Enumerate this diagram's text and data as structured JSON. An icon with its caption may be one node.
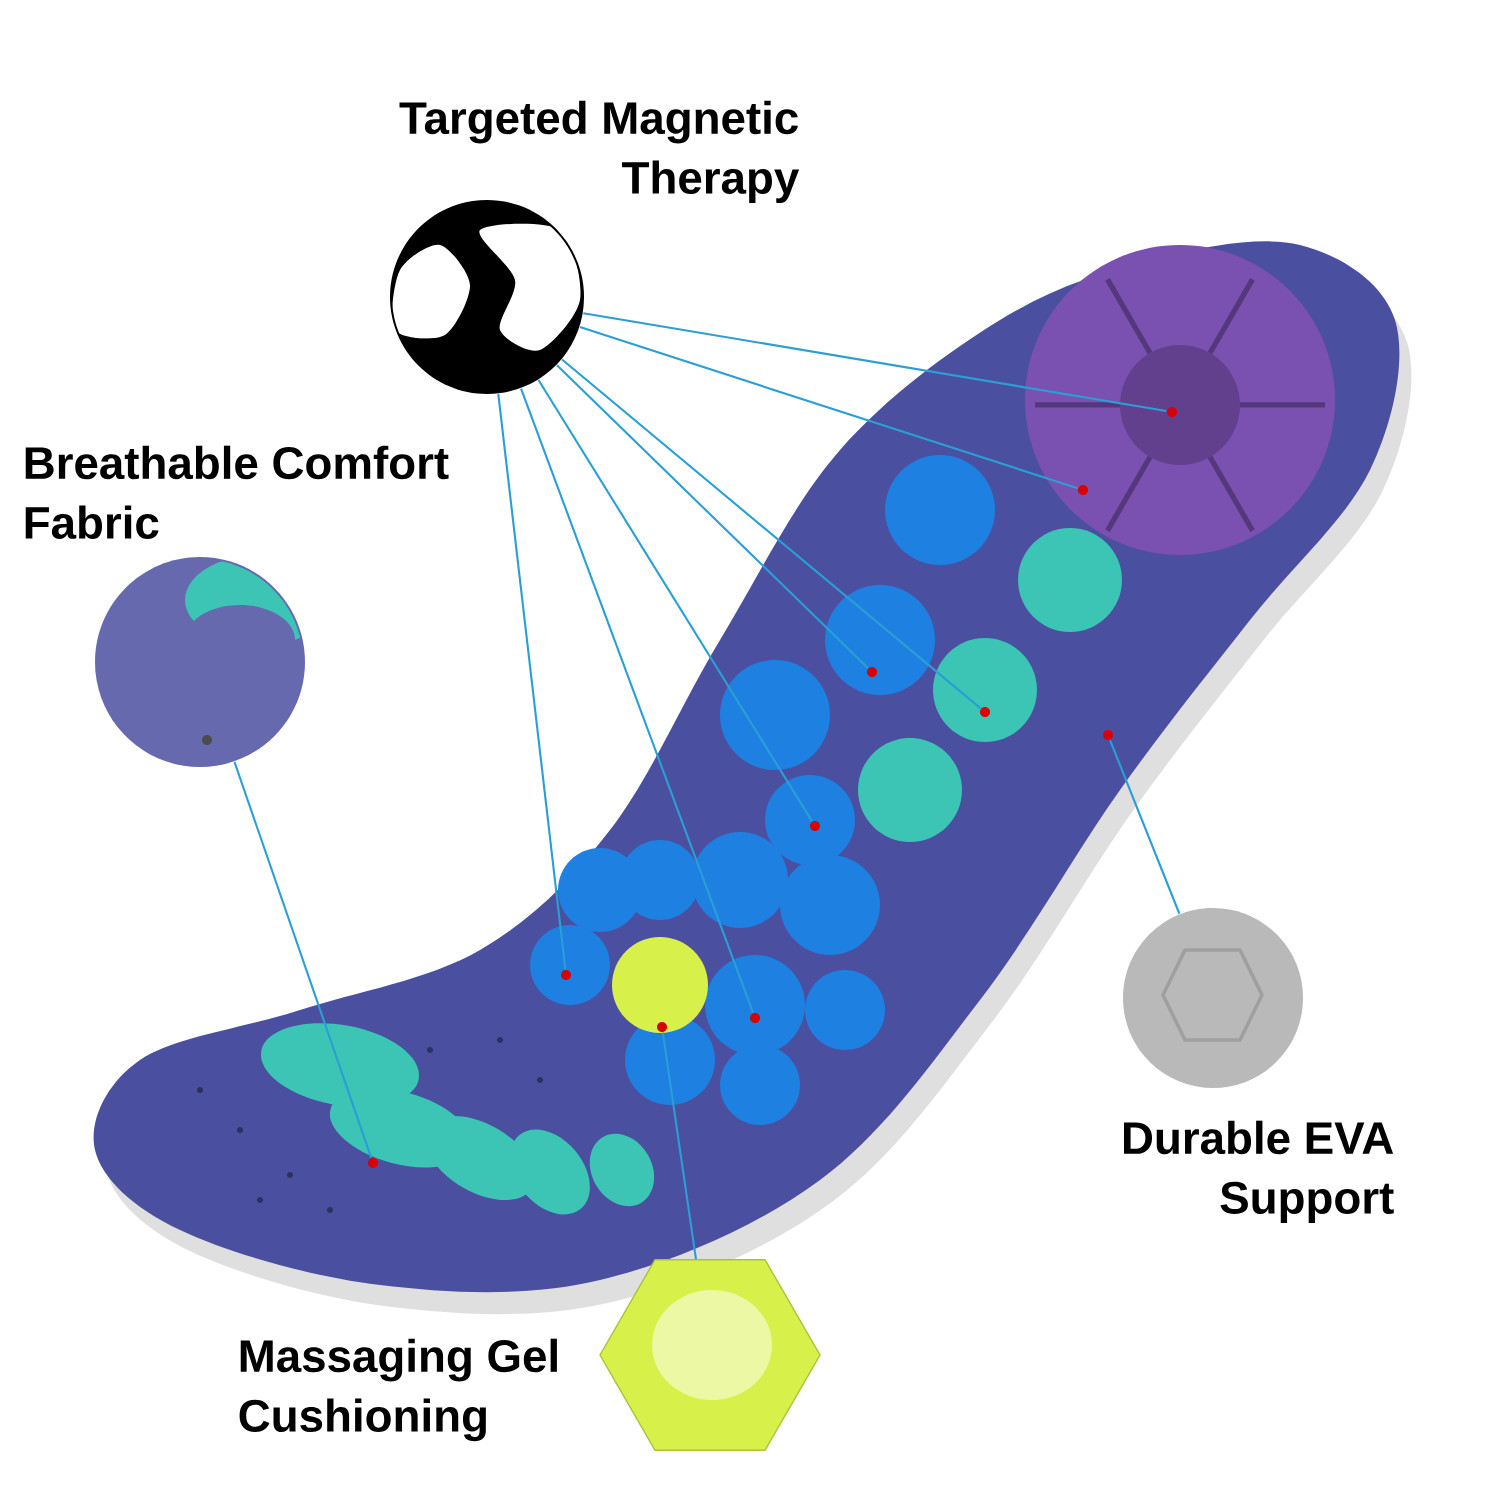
{
  "diagram": {
    "nodes": [
      {
        "text": [
          "Targeted Magnetic Therapy"
        ]
      },
      {
        "text": [
          "Breathable Comfort Fabric"
        ]
      },
      {
        "text": [
          "Massaging Gel Cushioning"
        ]
      },
      {
        "text": [
          "Durable EVA Support"
        ]
      },
      {
        "text": [],
        "shape": "circle"
      },
      {
        "text": [],
        "shape": "circle"
      },
      {
        "text": [],
        "shape": "circle"
      },
      {
        "text": [],
        "shape": "circle"
      },
      {
        "text": [],
        "shape": "circle"
      },
      {
        "text": [],
        "shape": "circle"
      },
      {
        "text": [],
        "shape": "circle"
      },
      {
        "text": [],
        "shape": "circle"
      },
      {
        "text": [],
        "shape": "circle"
      },
      {
        "text": [],
        "shape": "circle"
      }
    ],
    "edges": [
      {
        "from": 0,
        "to": 4,
        "arrow": "none"
      },
      {
        "from": 0,
        "to": 5,
        "arrow": "none"
      },
      {
        "from": 0,
        "to": 6,
        "arrow": "none"
      },
      {
        "from": 0,
        "to": 7,
        "arrow": "none"
      },
      {
        "from": 0,
        "to": 8,
        "arrow": "none"
      },
      {
        "from": 0,
        "to": 9,
        "arrow": "none"
      },
      {
        "from": 0,
        "to": 10,
        "arrow": "none"
      },
      {
        "from": 1,
        "to": 11,
        "arrow": "none"
      },
      {
        "from": 2,
        "to": 12,
        "arrow": "none"
      },
      {
        "from": 3,
        "to": 13,
        "arrow": "none"
      }
    ]
  }
}
